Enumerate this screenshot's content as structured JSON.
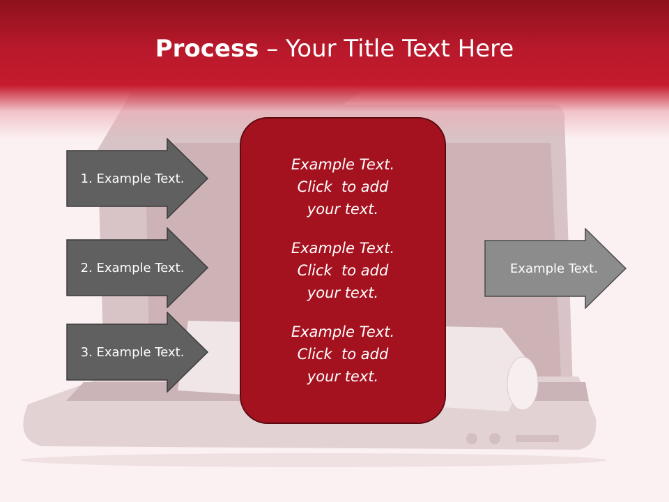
{
  "title": {
    "bold": "Process",
    "rest": " – Your Title Text Here"
  },
  "left_arrows": [
    {
      "label": "1. Example Text."
    },
    {
      "label": "2. Example Text."
    },
    {
      "label": "3. Example Text."
    }
  ],
  "center_box": {
    "items": [
      {
        "line1": "Example Text.",
        "line2": "Click  to add",
        "line3": "your text."
      },
      {
        "line1": "Example Text.",
        "line2": "Click  to add",
        "line3": "your text."
      },
      {
        "line1": "Example Text.",
        "line2": "Click  to add",
        "line3": "your text."
      }
    ]
  },
  "right_arrow": {
    "label": "Example Text."
  },
  "colors": {
    "accent": "#c51b2e",
    "box": "#a5121f",
    "arrow_dark": "#606060",
    "arrow_light": "#8c8c8c"
  }
}
